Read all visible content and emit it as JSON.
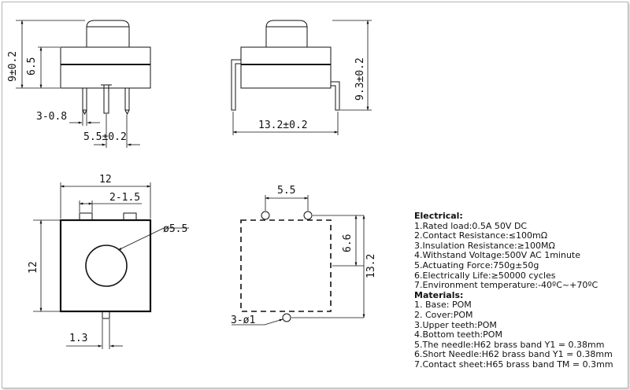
{
  "dimensions": {
    "side_height": "9±0.2",
    "side_body": "6.5",
    "pin_width": "3-0.8",
    "pin_pitch": "5.5±0.2",
    "right_height": "9.3±0.2",
    "right_width": "13.2±0.2",
    "top_width": "12",
    "top_teeth": "2-1.5",
    "button_dia": "ø5.5",
    "top_height": "12",
    "bottom_tab": "1.3",
    "pcb_pitch": "5.5",
    "pcb_half": "6.6",
    "pcb_height": "13.2",
    "pcb_holes": "3-ø1"
  },
  "electrical": {
    "title": "Electrical:",
    "items": [
      "1.Rated load:0.5A 50V DC",
      "2.Contact Resistance:≤100mΩ",
      "3.Insulation Resistance:≥100MΩ",
      "4.Withstand Voltage:500V AC 1minute",
      "5.Actuating Force:750g±50g",
      "6.Electrically Life:≥50000 cycles",
      "7.Environment temperature:-40ºC~+70ºC"
    ]
  },
  "materials": {
    "title": "Materials:",
    "items": [
      "1. Base: POM",
      "2. Cover:POM",
      "3.Upper teeth:POM",
      "4.Bottom teeth:POM",
      "5.The needle:H62 brass band Y1 = 0.38mm",
      "6.Short Needle:H62 brass band Y1 = 0.38mm",
      "7.Contact sheet:H65 brass band TM = 0.3mm"
    ]
  }
}
